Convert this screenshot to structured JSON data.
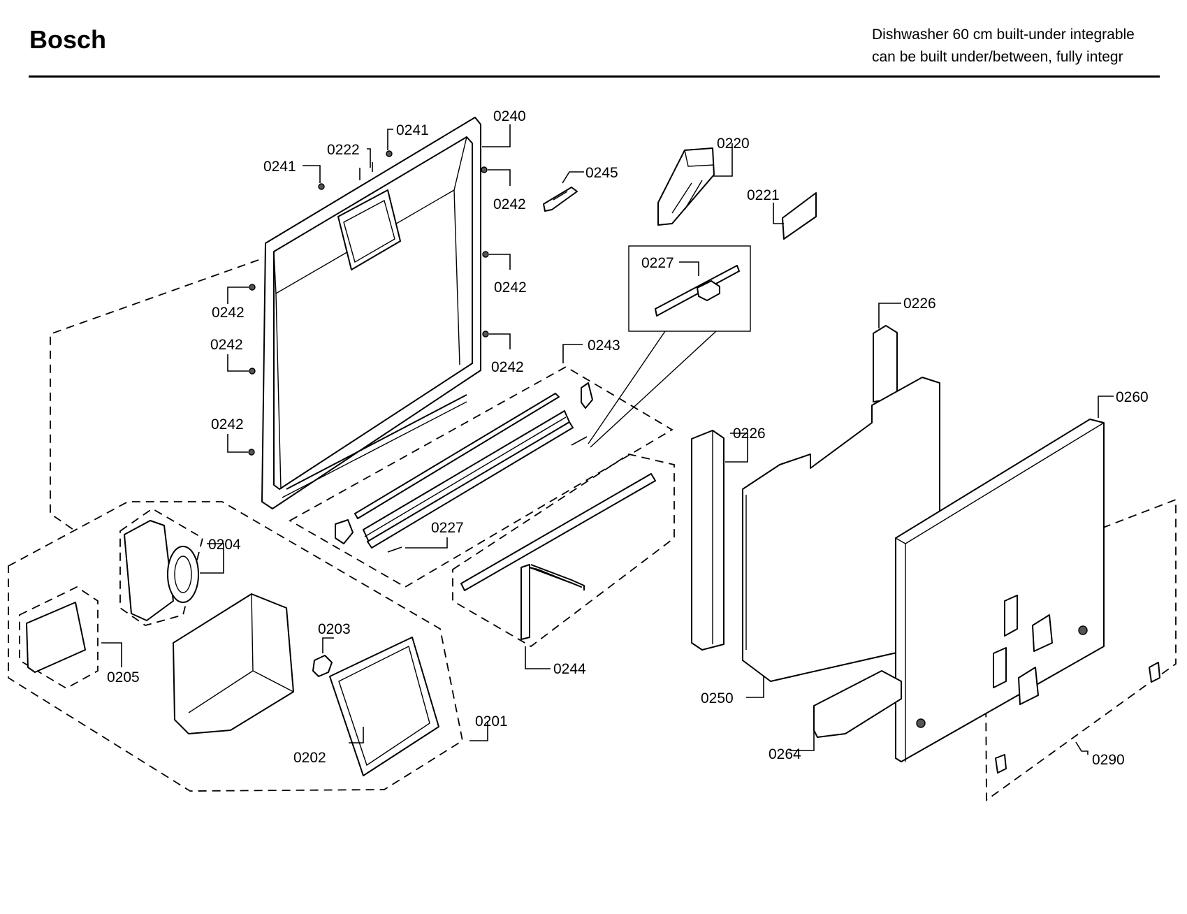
{
  "header": {
    "brand": "Bosch",
    "subtitle_line1": "Dishwasher 60 cm built-under integrable",
    "subtitle_line2": "can be built under/between, fully integr"
  },
  "callouts": [
    {
      "id": "c0240",
      "text": "0240"
    },
    {
      "id": "c0241a",
      "text": "0241"
    },
    {
      "id": "c0241b",
      "text": "0241"
    },
    {
      "id": "c0222",
      "text": "0222"
    },
    {
      "id": "c0245",
      "text": "0245"
    },
    {
      "id": "c0220",
      "text": "0220"
    },
    {
      "id": "c0221",
      "text": "0221"
    },
    {
      "id": "c0242a",
      "text": "0242"
    },
    {
      "id": "c0242b",
      "text": "0242"
    },
    {
      "id": "c0242c",
      "text": "0242"
    },
    {
      "id": "c0242d",
      "text": "0242"
    },
    {
      "id": "c0242e",
      "text": "0242"
    },
    {
      "id": "c0242f",
      "text": "0242"
    },
    {
      "id": "c0227a",
      "text": "0227"
    },
    {
      "id": "c0226a",
      "text": "0226"
    },
    {
      "id": "c0243",
      "text": "0243"
    },
    {
      "id": "c0260",
      "text": "0260"
    },
    {
      "id": "c0226b",
      "text": "0226"
    },
    {
      "id": "c0227b",
      "text": "0227"
    },
    {
      "id": "c0204",
      "text": "0204"
    },
    {
      "id": "c0203",
      "text": "0203"
    },
    {
      "id": "c0205",
      "text": "0205"
    },
    {
      "id": "c0244",
      "text": "0244"
    },
    {
      "id": "c0250",
      "text": "0250"
    },
    {
      "id": "c0201",
      "text": "0201"
    },
    {
      "id": "c0202",
      "text": "0202"
    },
    {
      "id": "c0264",
      "text": "0264"
    },
    {
      "id": "c0290",
      "text": "0290"
    }
  ]
}
